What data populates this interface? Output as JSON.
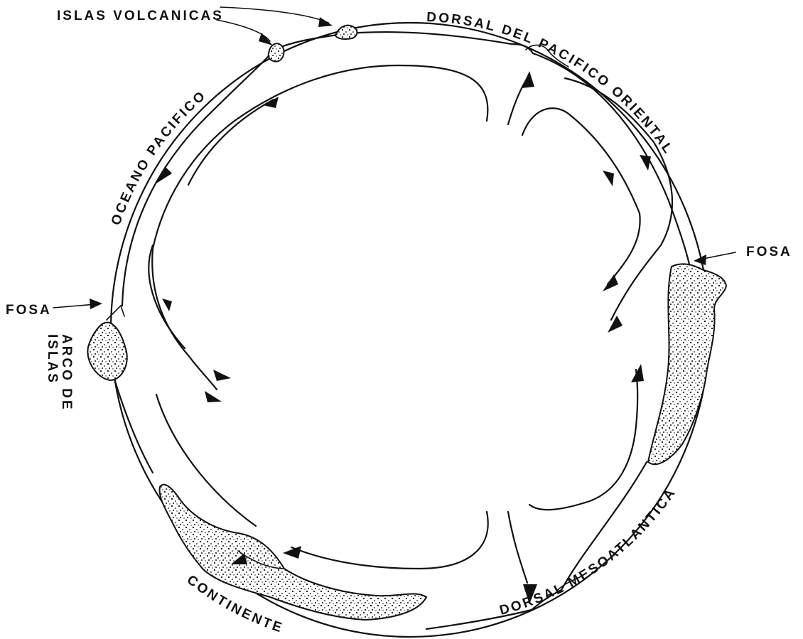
{
  "labels": {
    "islas_volcanicas": "ISLAS VOLCANICAS",
    "dorsal_pacifico_oriental": "DORSAL DEL PACIFICO ORIENTAL",
    "oceano_pacifico": "OCEANO PACIFICO",
    "fosa_right": "FOSA",
    "fosa_left": "FOSA",
    "arco_de_islas_line1": "ARCO DE",
    "arco_de_islas_line2": "ISLAS",
    "dorsal_mesoatlantica": "DORSAL MESOATLANTICA",
    "continente": "CONTINENTE"
  },
  "colors": {
    "ink": "#111111",
    "background": "#ffffff"
  }
}
